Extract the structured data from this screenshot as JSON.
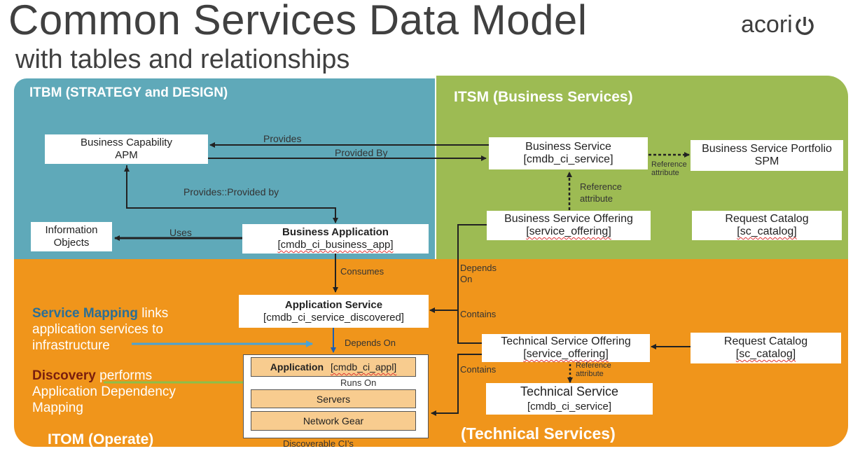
{
  "header": {
    "title": "Common Services Data Model",
    "subtitle": "with tables and relationships",
    "logo_text": "acori"
  },
  "regions": {
    "itbm": "ITBM  (STRATEGY and DESIGN)",
    "itsm": "ITSM  (Business Services)",
    "itom": "ITOM (Operate)",
    "technical": "(Technical Services)"
  },
  "boxes": {
    "business_capability": {
      "line1": "Business Capability",
      "line2": "APM"
    },
    "business_service": {
      "line1": "Business Service",
      "line2": "[cmdb_ci_service]"
    },
    "business_service_portfolio": {
      "line1": "Business Service Portfolio",
      "line2": "SPM"
    },
    "information_objects": {
      "line1": "Information",
      "line2": "Objects"
    },
    "business_application": {
      "line1": "Business Application",
      "line2": "[cmdb_ci_business_app]"
    },
    "business_service_offering": {
      "line1": "Business Service Offering",
      "line2": "[service_offering]"
    },
    "request_catalog_top": {
      "line1": "Request Catalog",
      "line2": "[sc_catalog]"
    },
    "application_service": {
      "line1": "Application Service",
      "line2": "[cmdb_ci_service_discovered]"
    },
    "technical_service_offering": {
      "line1": "Technical Service Offering",
      "line2": "[service_offering]"
    },
    "request_catalog_bottom": {
      "line1": "Request Catalog",
      "line2": "[sc_catalog]"
    },
    "technical_service": {
      "line1": "Technical Service",
      "line2": "[cmdb_ci_service]"
    },
    "application": {
      "name": "Application",
      "table": "[cmdb_ci_appl]"
    },
    "servers": "Servers",
    "network_gear": "Network Gear"
  },
  "relationships": {
    "provides": "Provides",
    "provided_by": "Provided By",
    "provides_provided_by": "Provides::Provided by",
    "uses": "Uses",
    "reference_attribute": "Reference attribute",
    "reference_attribute_vertical": "Reference attribute",
    "consumes": "Consumes",
    "depends_on_right": "Depends On",
    "contains_top": "Contains",
    "depends_on_center": "Depends On",
    "contains_bottom": "Contains",
    "reference_attribute_tso": "Reference attribute",
    "runs_on": "Runs On",
    "discoverable_cis": "Discoverable CI’s"
  },
  "notes": {
    "service_mapping_hl": "Service Mapping",
    "service_mapping_rest": " links application services to infrastructure",
    "discovery_hl": "Discovery",
    "discovery_rest": " performs Application Dependency Mapping"
  },
  "colors": {
    "itbm": "#5fa9b9",
    "itsm": "#9dbb53",
    "itom": "#f0951b",
    "inner_box": "#f8cc8f",
    "service_mapping_arrow": "#4aa3d6",
    "discovery_arrow": "#8cbf4a"
  }
}
